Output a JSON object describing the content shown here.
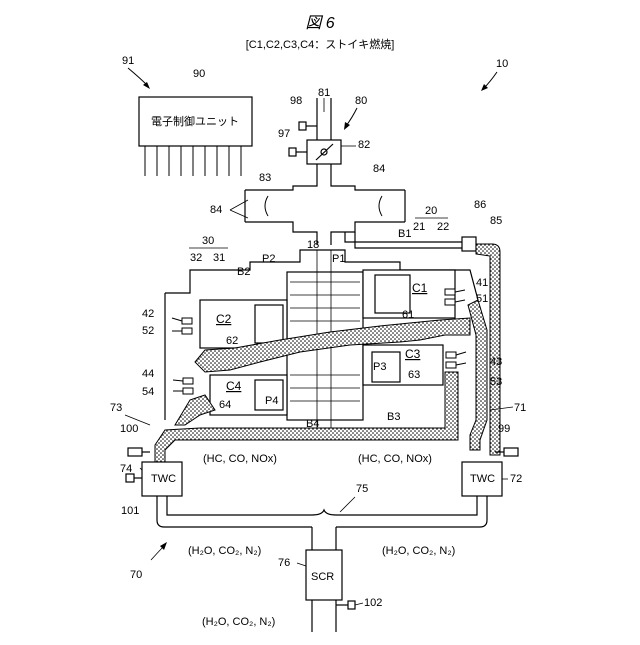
{
  "figure": {
    "title": "図 6",
    "subtitle": "[C1,C2,C3,C4：ストイキ燃焼]"
  },
  "ecu": {
    "label": "電子制御ユニット",
    "ref": "90",
    "group_ref": "91"
  },
  "system_ref": "10",
  "exhaust_system_ref": "70",
  "intake": {
    "refs": {
      "r80": "80",
      "r81": "81",
      "r82": "82",
      "r83": "83",
      "r84a": "84",
      "r84b": "84",
      "r85": "85",
      "r86": "86",
      "r97": "97",
      "r98": "98"
    }
  },
  "engine": {
    "cylinders": {
      "c1": "C1",
      "c2": "C2",
      "c3": "C3",
      "c4": "C4"
    },
    "pistons": {
      "p1": "P1",
      "p2": "P2",
      "p3": "P3",
      "p4": "P4"
    },
    "banks": {
      "b1": "B1",
      "b2": "B2",
      "b3": "B3",
      "b4": "B4"
    },
    "refs": {
      "r18": "18",
      "r20": "20",
      "r21": "21",
      "r22": "22",
      "r30": "30",
      "r31": "31",
      "r32": "32",
      "r41": "41",
      "r42": "42",
      "r43": "43",
      "r44": "44",
      "r51": "51",
      "r52": "52",
      "r53": "53",
      "r54": "54",
      "r61": "61",
      "r62": "62",
      "r63": "63",
      "r64": "64"
    }
  },
  "exhaust": {
    "refs": {
      "r71": "71",
      "r72": "72",
      "r73": "73",
      "r74": "74",
      "r75": "75",
      "r76": "76",
      "r99": "99",
      "r100": "100",
      "r101": "101",
      "r102": "102"
    },
    "twc_left": "TWC",
    "twc_right": "TWC",
    "scr": "SCR",
    "gas_left": "(HC, CO, NOx)",
    "gas_right": "(HC, CO, NOx)",
    "water_left": "(H₂O, CO₂, N₂)",
    "water_right": "(H₂O, CO₂, N₂)",
    "water_bottom": "(H₂O, CO₂, N₂)"
  }
}
